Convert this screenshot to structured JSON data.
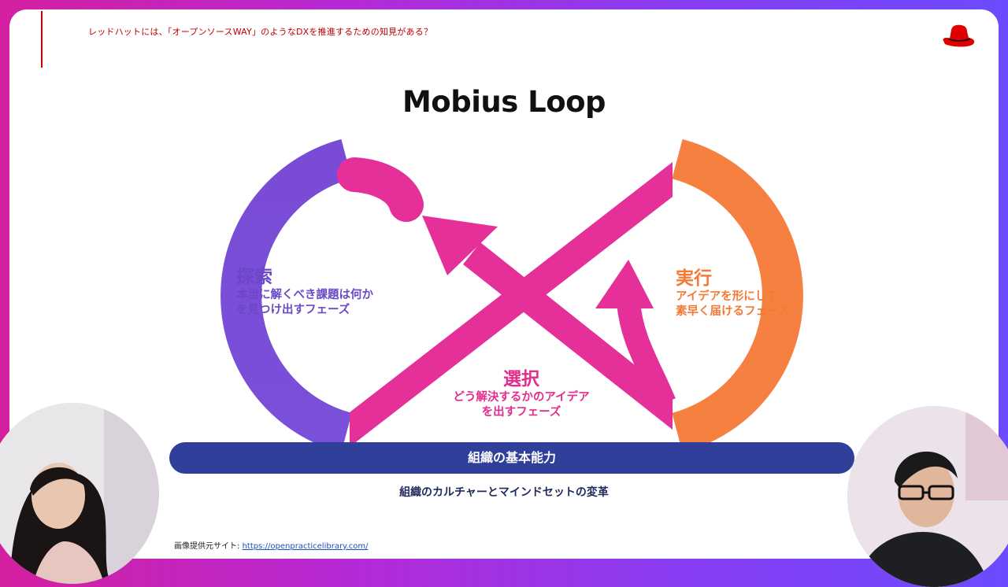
{
  "header": {
    "question": "レッドハットには、「オープンソースWAY」のようなDXを推進するための知見がある？"
  },
  "logo": {
    "icon": "red-hat-logo-icon",
    "color": "#e00000"
  },
  "slide": {
    "title": "Mobius Loop"
  },
  "phases": {
    "explore": {
      "title": "探索",
      "line1": "本当に解くべき課題は何か",
      "line2": "を見つけ出すフェーズ",
      "color": "#6a48c7"
    },
    "execute": {
      "title": "実行",
      "line1": "アイデアを形にして",
      "line2": "素早く届けるフェーズ",
      "color": "#f47a36"
    },
    "select": {
      "title": "選択",
      "line1": "どう解決するかのアイデア",
      "line2": "を出すフェーズ",
      "color": "#e22d8c"
    }
  },
  "foundation": {
    "bar_label": "組織の基本能力",
    "bar_color": "#2f3f9a",
    "culture_label": "組織のカルチャーとマインドセットの変革"
  },
  "source": {
    "label": "画像提供元サイト: ",
    "link_text": "https://openpracticelibrary.com/"
  }
}
